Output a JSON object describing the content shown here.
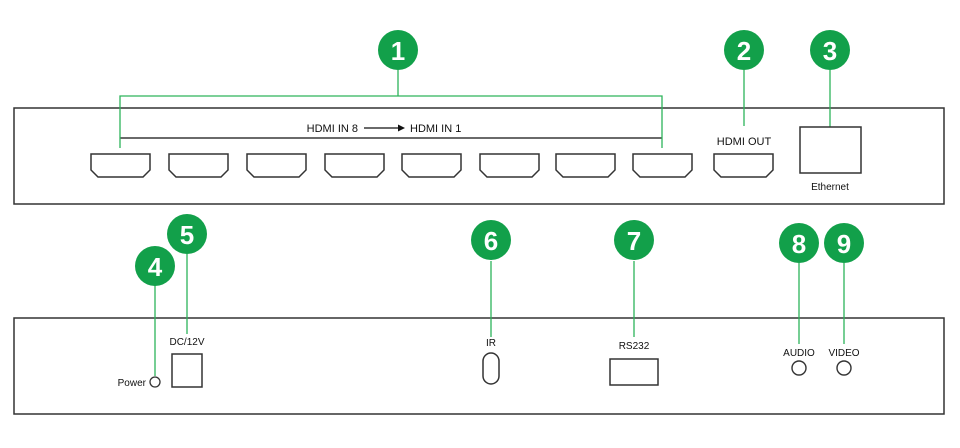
{
  "front_panel": {
    "hdmi_in_range": {
      "from": "HDMI IN 8",
      "to": "HDMI IN 1"
    },
    "hdmi_out_label": "HDMI OUT",
    "ethernet_label": "Ethernet"
  },
  "back_panel": {
    "power_label": "Power",
    "dc_label": "DC/12V",
    "ir_label": "IR",
    "rs232_label": "RS232",
    "audio_label": "AUDIO",
    "video_label": "VIDEO"
  },
  "callouts": [
    "1",
    "2",
    "3",
    "4",
    "5",
    "6",
    "7",
    "8",
    "9"
  ],
  "colors": {
    "callout": "#12a04a",
    "leader": "#2db45a",
    "outline": "#333333"
  }
}
